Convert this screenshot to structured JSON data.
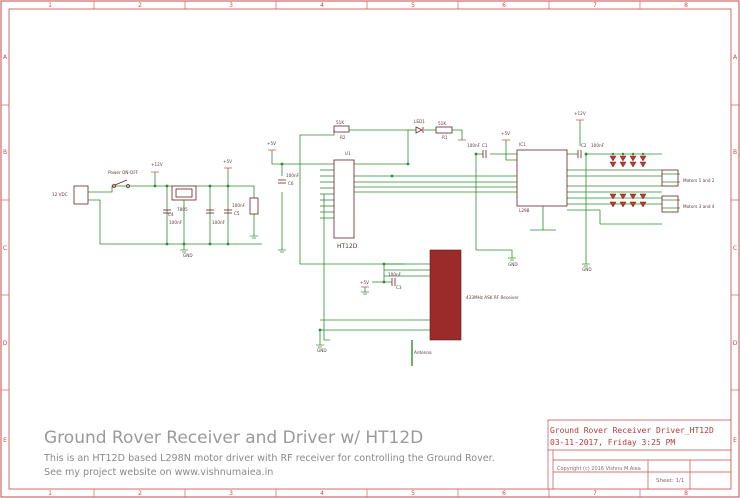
{
  "border": {
    "col_labels": [
      "1",
      "2",
      "3",
      "4",
      "5",
      "6",
      "7",
      "8"
    ],
    "row_labels": [
      "A",
      "B",
      "C",
      "D",
      "E"
    ]
  },
  "title_block": {
    "title": "Ground Rover Receiver Driver_HT12D",
    "date": "03-11-2017, Friday 3:25 PM",
    "copyright": "Copyright (c) 2016 Vishnu M Aiea",
    "sheet": "Sheet: 1/1"
  },
  "description": {
    "heading": "Ground Rover Receiver and Driver w/ HT12D",
    "line1": "This is an HT12D based L298N motor driver with RF receiver for controlling the Ground Rover.",
    "line2": "See my project website on www.vishnumaiea.in"
  },
  "components": {
    "power_in": "12 VDC",
    "switch": "Power ON-OFF",
    "regulator": "7805",
    "ht12d": "HT12D",
    "l298": "L298",
    "rf_module": "433MHz ASK RF Receiver",
    "motors_12": "Motors 1 and 2",
    "motors_34": "Motors 3 and 4",
    "antenna": "Antenna",
    "cap_100nf": "100nF",
    "supply_12v": "+12V",
    "supply_5v": "+5V",
    "gnd": "GND",
    "u1": "U1",
    "ic1": "IC1",
    "r1": "R1",
    "r2": "R2",
    "r_label": "51K",
    "c1": "C1",
    "c2": "C2",
    "c3": "C3",
    "c4": "C4",
    "c5": "C5",
    "c6": "C6",
    "led": "LED1"
  },
  "colors": {
    "border": "#c94a4a",
    "wire": "#2f8a2f",
    "part": "#6a2020",
    "rf_block": "#9b2a2a",
    "text_grey": "#8a8a8a",
    "title_red": "#b53a3a"
  }
}
